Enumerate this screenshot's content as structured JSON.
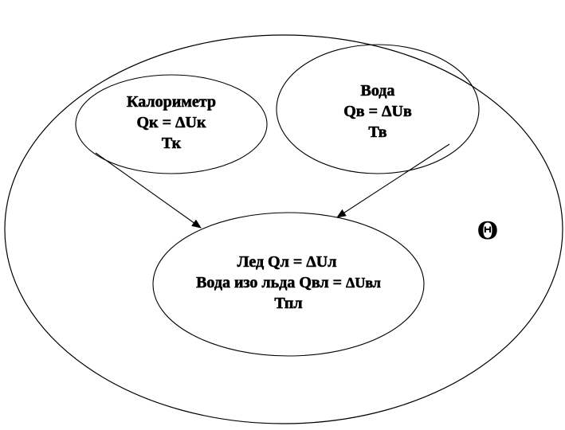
{
  "system": {
    "symbol": "Θ"
  },
  "nodes": {
    "calorimeter": {
      "line1": "Калориметр",
      "line2": "Qк = ΔUк",
      "line3": "Тк"
    },
    "water": {
      "line1": "Вода",
      "line2": "Qв = ΔUв",
      "line3": "Тв"
    },
    "ice": {
      "line1": "Лед  Qл = ΔUл",
      "line2_prefix": "Вода изо льда Qвл = ",
      "line2_suffix": "ΔUвл",
      "line3": "Тпл"
    }
  },
  "edges": [
    {
      "from": "calorimeter",
      "to": "ice"
    },
    {
      "from": "water",
      "to": "ice"
    }
  ],
  "colors": {
    "ink": "#000000",
    "background": "#ffffff"
  }
}
